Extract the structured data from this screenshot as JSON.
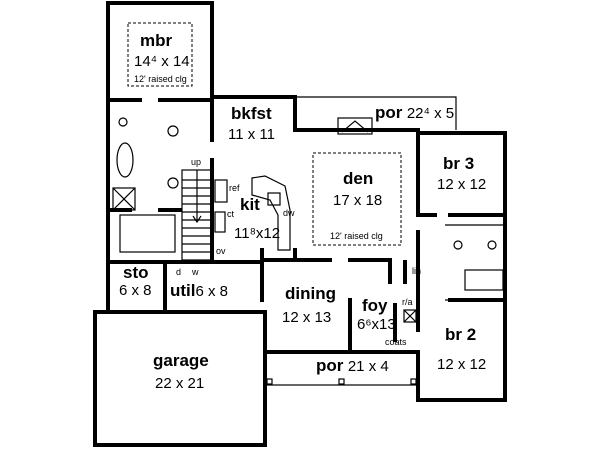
{
  "rooms": {
    "mbr": {
      "name": "mbr",
      "dim": "14⁴ x 14",
      "note": "12' raised clg"
    },
    "bkfst": {
      "name": "bkfst",
      "dim": "11 x 11"
    },
    "por_rear": {
      "name": "por",
      "dim": "22⁴ x 5"
    },
    "den": {
      "name": "den",
      "dim": "17 x 18",
      "note": "12' raised clg"
    },
    "br3": {
      "name": "br 3",
      "dim": "12 x 12"
    },
    "kit": {
      "name": "kit",
      "dim": "11⁸x12"
    },
    "sto": {
      "name": "sto",
      "dim": "6 x 8"
    },
    "util": {
      "name": "util",
      "dim": "6 x 8"
    },
    "dining": {
      "name": "dining",
      "dim": "12 x 13"
    },
    "foy": {
      "name": "foy",
      "dim": "6⁶x13"
    },
    "br2": {
      "name": "br 2",
      "dim": "12 x 12"
    },
    "garage": {
      "name": "garage",
      "dim": "22 x 21"
    },
    "por_front": {
      "name": "por",
      "dim": "21 x 4"
    }
  },
  "fixtures": {
    "up": "up",
    "ref": "ref",
    "ct": "ct",
    "ov": "ov",
    "dw": "dw",
    "lin": "lin",
    "ra": "r/a",
    "coats": "coats",
    "d": "d",
    "w": "w"
  }
}
